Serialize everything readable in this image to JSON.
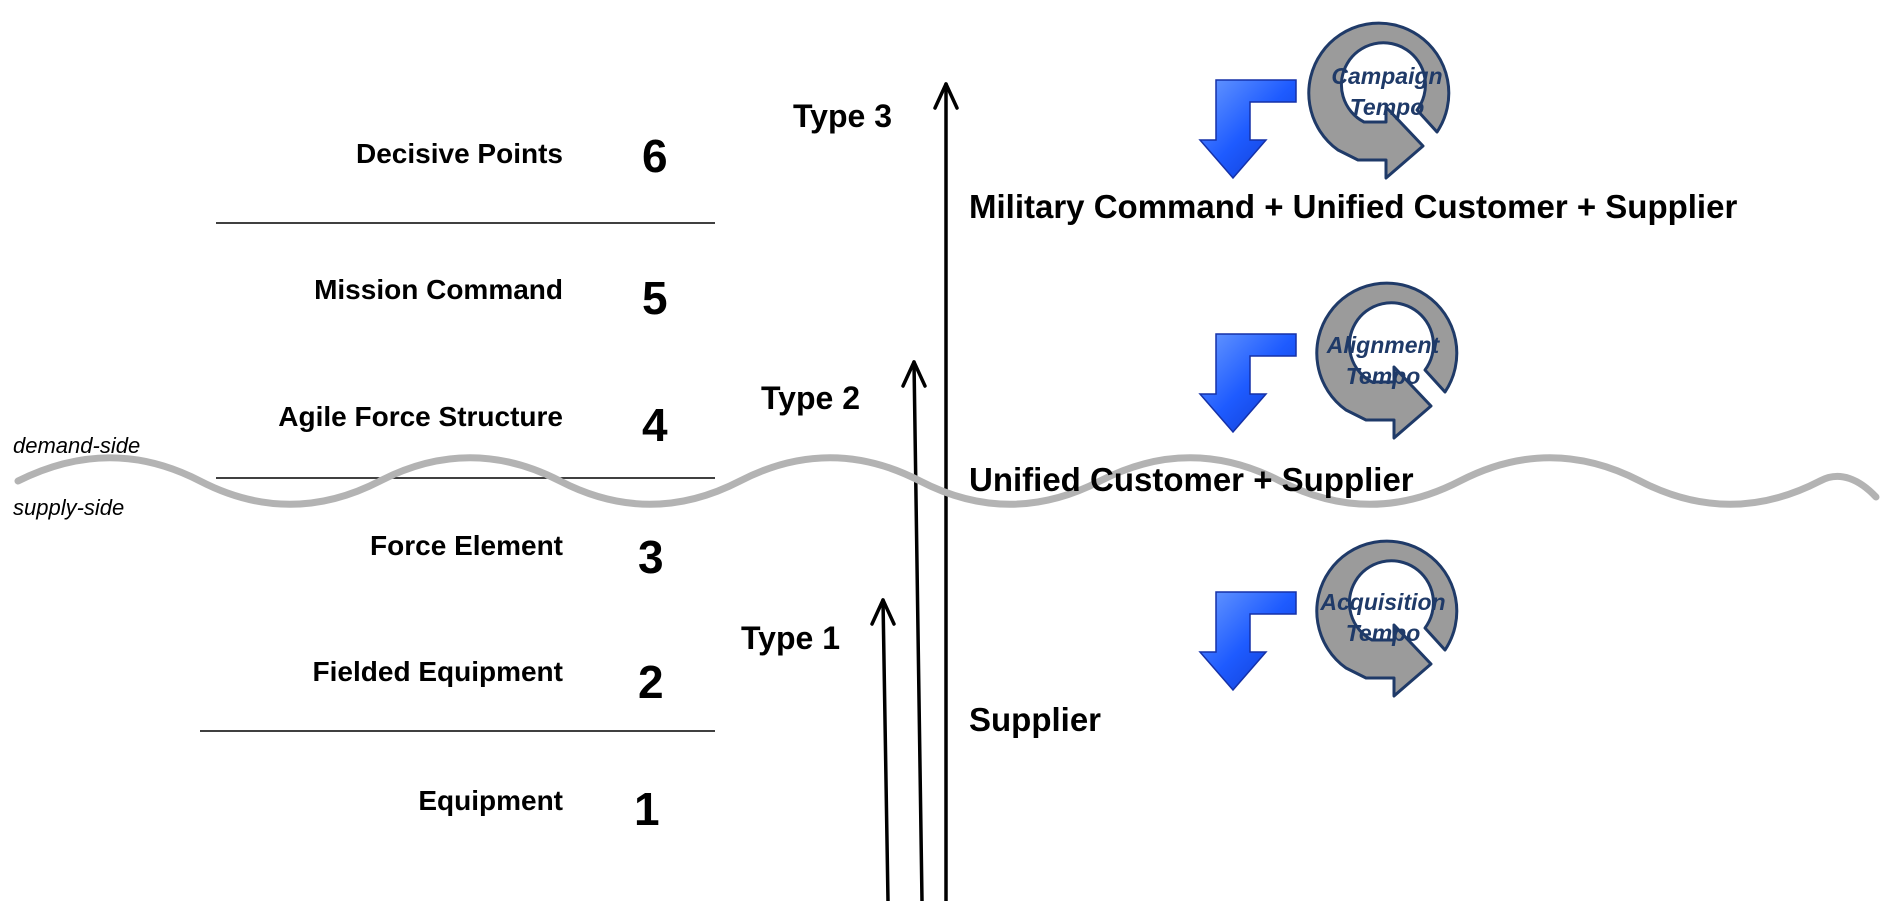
{
  "levels": [
    {
      "name": "Decisive Points",
      "number": "6"
    },
    {
      "name": "Mission Command",
      "number": "5"
    },
    {
      "name": "Agile Force Structure",
      "number": "4"
    },
    {
      "name": "Force Element",
      "number": "3"
    },
    {
      "name": "Fielded Equipment",
      "number": "2"
    },
    {
      "name": "Equipment",
      "number": "1"
    }
  ],
  "sides": {
    "demand": "demand-side",
    "supply": "supply-side"
  },
  "types": [
    {
      "label": "Type 3"
    },
    {
      "label": "Type 2"
    },
    {
      "label": "Type 1"
    }
  ],
  "groups": [
    {
      "label": "Military Command + Unified Customer + Supplier"
    },
    {
      "label": "Unified Customer + Supplier"
    },
    {
      "label": "Supplier"
    }
  ],
  "tempos": [
    {
      "line1": "Campaign",
      "line2": "Tempo"
    },
    {
      "line1": "Alignment",
      "line2": "Tempo"
    },
    {
      "line1": "Acquisition",
      "line2": "Tempo"
    }
  ],
  "colors": {
    "arrow_blue": "#1E5BFF",
    "cycle_gray": "#999999",
    "cycle_outline": "#1F3A68",
    "tempo_text": "#1F3A68",
    "wave": "#B3B3B3"
  },
  "icons": {
    "turn": "down-turn-arrow-icon",
    "cycle": "circular-cycle-arrow-icon"
  }
}
